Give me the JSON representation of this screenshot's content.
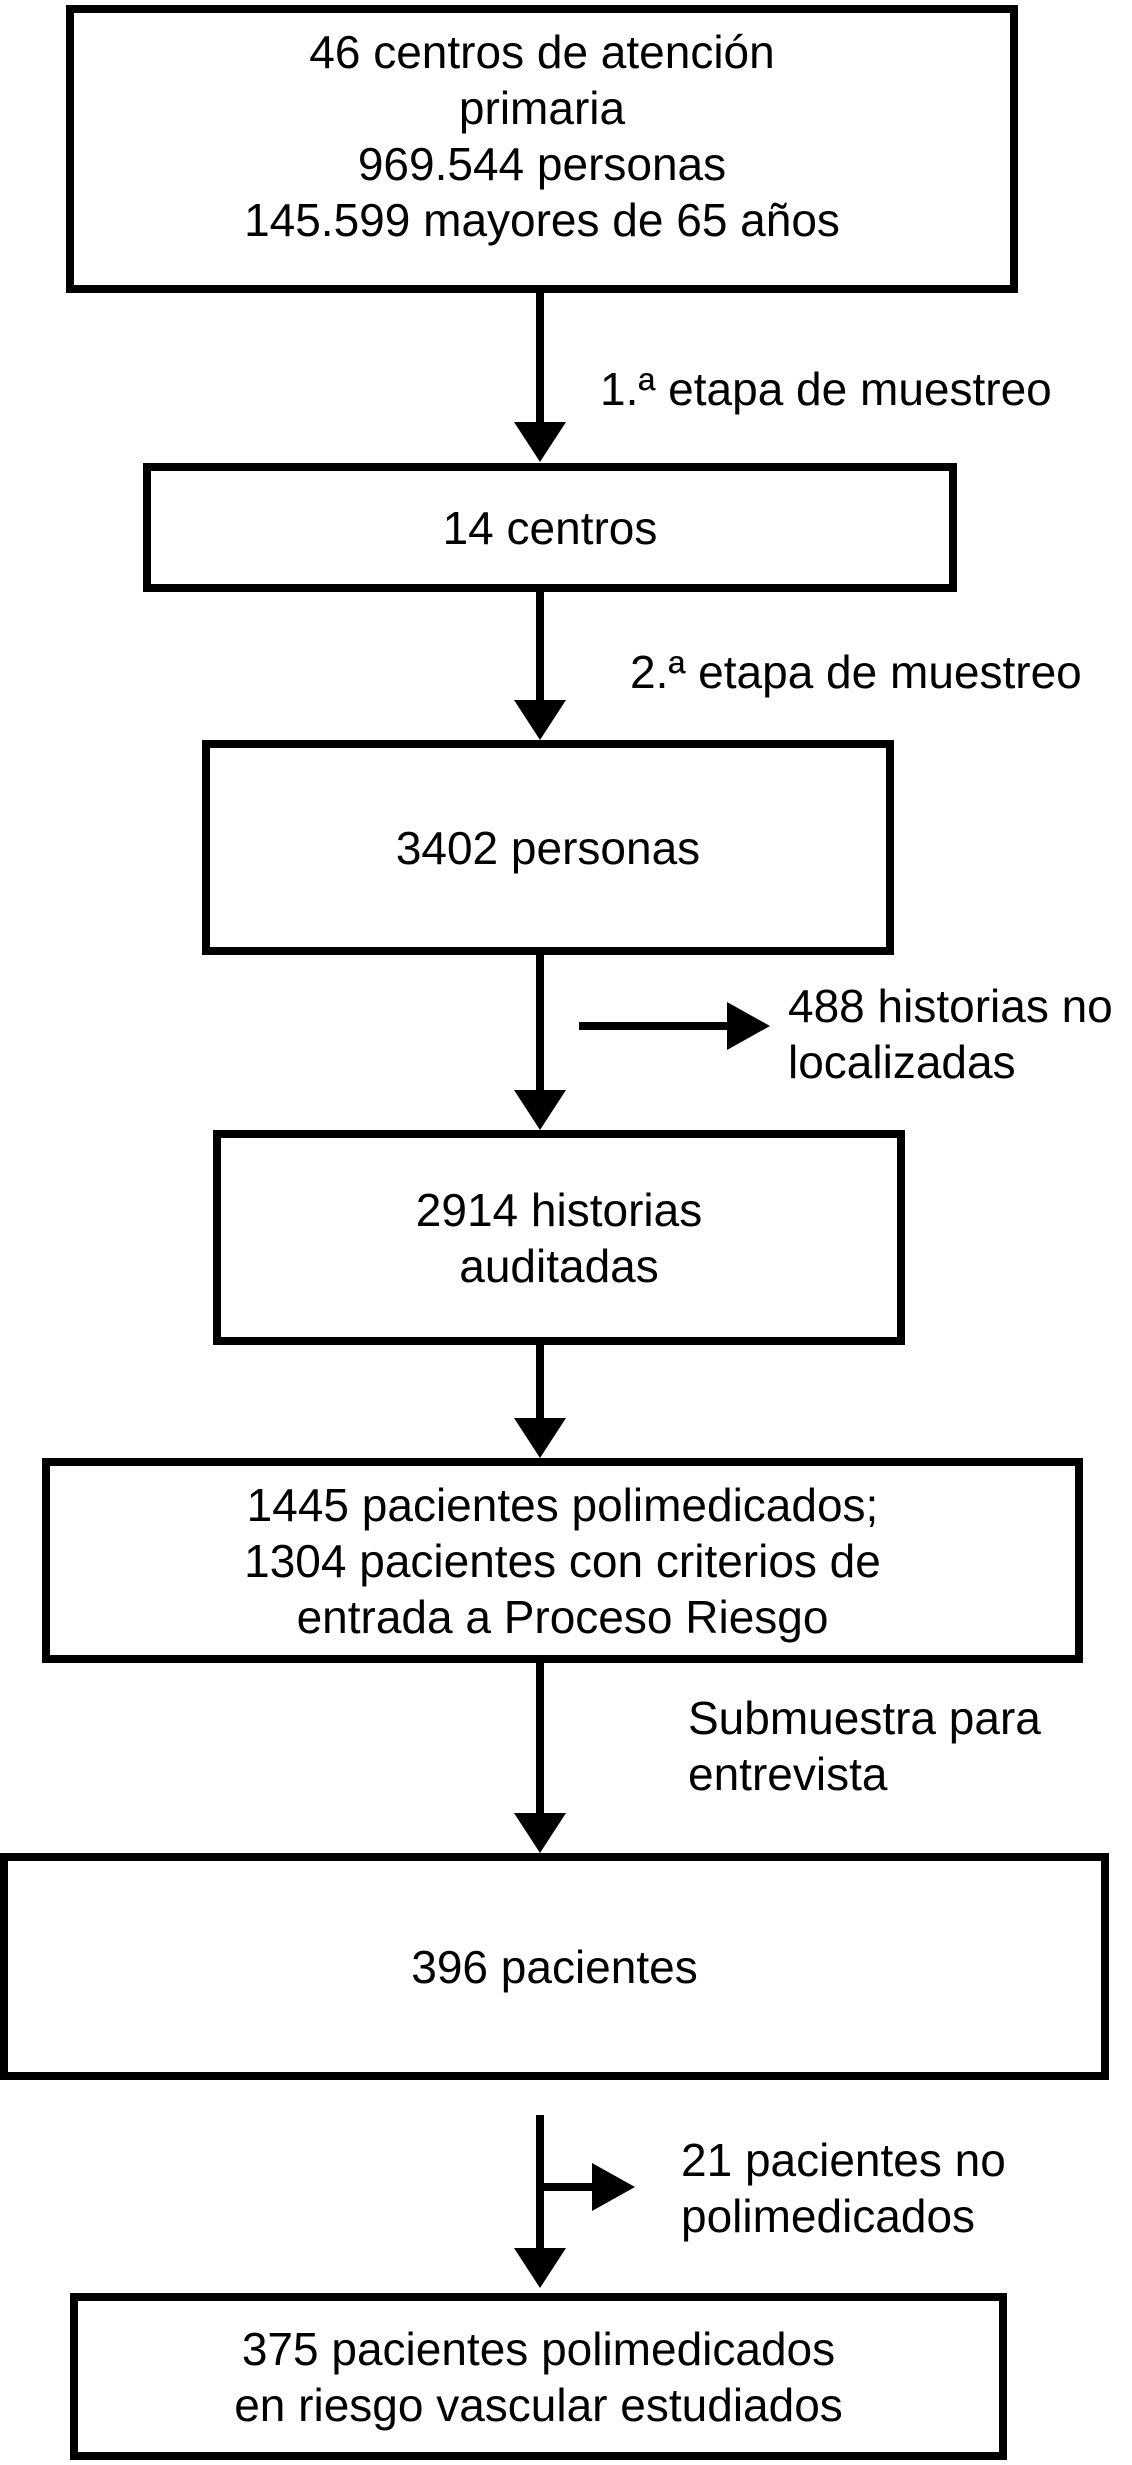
{
  "figure": {
    "background": "#ffffff",
    "line_color": "#000000",
    "text_color": "#000000",
    "type": "study-flow-diagram",
    "boxes": [
      {
        "name": "primary-care-population",
        "lines": [
          "46 centros de atención",
          "primaria",
          "969.544 personas",
          "145.599 mayores de 65 años"
        ]
      },
      {
        "name": "sampled-centers",
        "lines": [
          "14 centros"
        ]
      },
      {
        "name": "sampled-persons",
        "lines": [
          "3402 personas"
        ]
      },
      {
        "name": "audited-records",
        "lines": [
          "2914 historias",
          "auditadas"
        ]
      },
      {
        "name": "polymedicated-patients",
        "lines": [
          "1445 pacientes polimedicados;",
          "1304 pacientes con criterios de",
          "entrada a Proceso Riesgo"
        ]
      },
      {
        "name": "interview-subsample",
        "lines": [
          "396 pacientes"
        ]
      },
      {
        "name": "studied-patients",
        "lines": [
          "375 pacientes polimedicados",
          "en riesgo vascular estudiados"
        ]
      }
    ],
    "edge_labels": [
      {
        "name": "sampling-stage-1",
        "lines": [
          "1.ª etapa de muestreo"
        ]
      },
      {
        "name": "sampling-stage-2",
        "lines": [
          "2.ª etapa de muestreo"
        ]
      },
      {
        "name": "records-not-located",
        "lines": [
          "488 historias no",
          "localizadas"
        ]
      },
      {
        "name": "interview-subsample-label",
        "lines": [
          "Submuestra para",
          "entrevista"
        ]
      },
      {
        "name": "patients-not-polymedicated",
        "lines": [
          "21 pacientes no",
          "polimedicados"
        ]
      }
    ]
  }
}
